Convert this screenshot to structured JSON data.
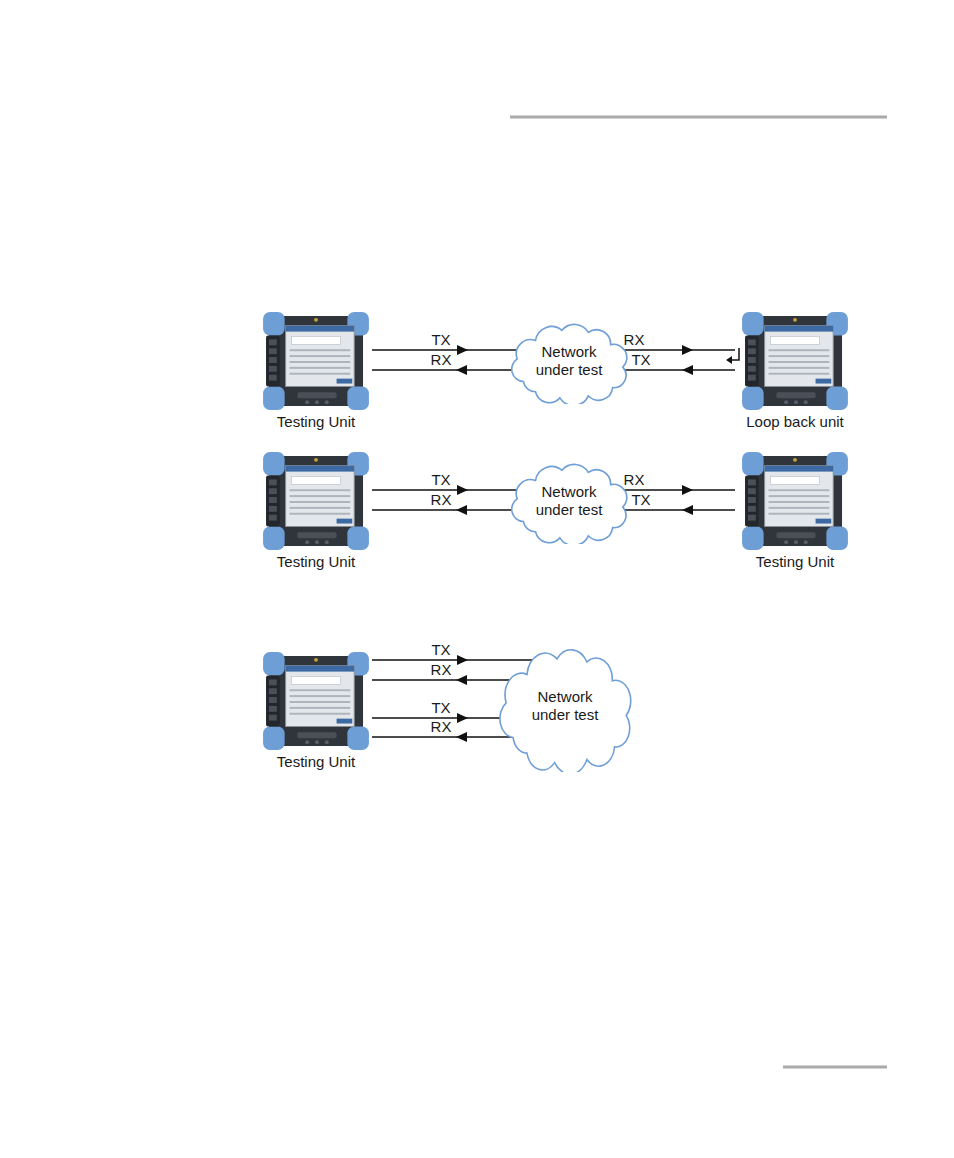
{
  "diagram": {
    "nodes": [
      {
        "text": [
          "Testing Unit"
        ]
      },
      {
        "text": [
          "Network under test"
        ]
      },
      {
        "text": [
          "Loop back unit"
        ]
      },
      {
        "text": [
          "Testing Unit"
        ]
      },
      {
        "text": [
          "Network under test"
        ]
      },
      {
        "text": [
          "Testing Unit"
        ]
      },
      {
        "text": [
          "Testing Unit"
        ]
      },
      {
        "text": [
          "Network under test"
        ]
      }
    ],
    "edges": [
      {
        "from": 0,
        "to": 1,
        "label": "TX",
        "arrow": "to"
      },
      {
        "from": 1,
        "to": 0,
        "label": "RX",
        "arrow": "to"
      },
      {
        "from": 1,
        "to": 2,
        "label": "RX",
        "arrow": "to"
      },
      {
        "from": 2,
        "to": 1,
        "label": "TX",
        "arrow": "to"
      },
      {
        "from": 3,
        "to": 4,
        "label": "TX",
        "arrow": "to"
      },
      {
        "from": 4,
        "to": 3,
        "label": "RX",
        "arrow": "to"
      },
      {
        "from": 4,
        "to": 5,
        "label": "RX",
        "arrow": "to"
      },
      {
        "from": 5,
        "to": 4,
        "label": "TX",
        "arrow": "to"
      },
      {
        "from": 6,
        "to": 7,
        "label": "TX",
        "arrow": "to"
      },
      {
        "from": 7,
        "to": 6,
        "label": "RX",
        "arrow": "to"
      },
      {
        "from": 6,
        "to": 7,
        "label": "TX",
        "arrow": "to"
      },
      {
        "from": 7,
        "to": 6,
        "label": "RX",
        "arrow": "to"
      }
    ]
  }
}
